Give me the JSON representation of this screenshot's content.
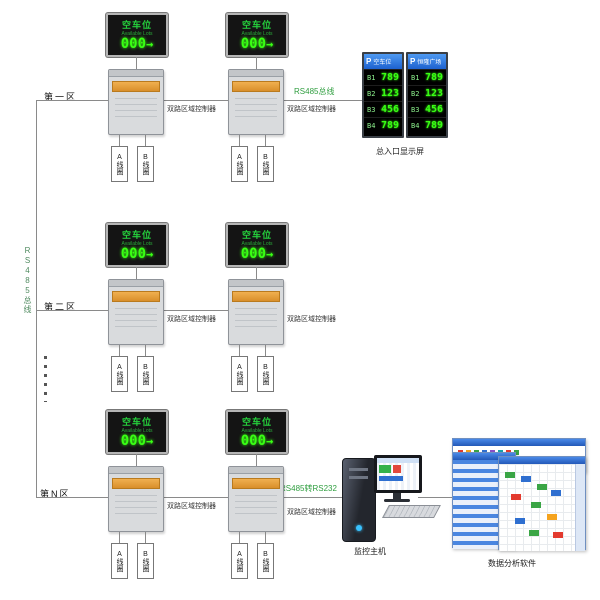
{
  "colors": {
    "led_green": "#39ff14",
    "panel_blue": "#2f6fd0",
    "band_orange": "#e09b3d",
    "link_green": "#2f9e3f"
  },
  "diagram": {
    "bus_label": "RS485总线",
    "zones": [
      {
        "label": "第一区"
      },
      {
        "label": "第二区"
      },
      {
        "label": "第N区"
      }
    ],
    "controller_label": "双路区域控制器",
    "coil_a_label": "A线圈",
    "coil_b_label": "B线圈",
    "led_sign": {
      "title": "空车位",
      "subtitle": "Available Lots",
      "count": "000",
      "arrow": "→"
    },
    "link_to_display_label": "RS485总线",
    "link_to_pc_label": "RS485转RS232"
  },
  "entrance_display": {
    "caption": "总入口显示屏",
    "panels": [
      {
        "icon": "P",
        "title": "空车位",
        "rows": [
          {
            "label": "B1",
            "value": "789"
          },
          {
            "label": "B2",
            "value": "123"
          },
          {
            "label": "B3",
            "value": "456"
          },
          {
            "label": "B4",
            "value": "789"
          }
        ]
      },
      {
        "icon": "P",
        "title": "恒隆广场",
        "rows": [
          {
            "label": "B1",
            "value": "789"
          },
          {
            "label": "B2",
            "value": "123"
          },
          {
            "label": "B3",
            "value": "456"
          },
          {
            "label": "B4",
            "value": "789"
          }
        ]
      }
    ]
  },
  "host": {
    "caption": "监控主机"
  },
  "software": {
    "caption": "数据分析软件"
  }
}
